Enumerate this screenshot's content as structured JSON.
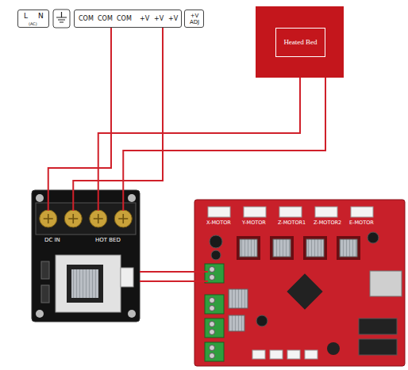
{
  "diagram": {
    "nodes": [
      {
        "text": [
          "L",
          "N",
          "(AC)"
        ]
      },
      {
        "text": [
          "COM",
          "COM",
          "COM",
          "+V",
          "+V",
          "+V"
        ]
      },
      {
        "text": [
          "+V ADJ"
        ]
      },
      {
        "text": [
          "Heated Bed"
        ]
      },
      {
        "text": [
          "DC IN",
          "HOT BED"
        ]
      },
      {
        "text": [
          "X-MOTOR",
          "Y-MOTOR",
          "Z-MOTOR1",
          "Z-MOTOR2",
          "E-MOTOR"
        ]
      }
    ],
    "edges": [
      {
        "from": 1,
        "to": 4,
        "arrow": "none"
      },
      {
        "from": 1,
        "to": 4,
        "arrow": "none"
      },
      {
        "from": 4,
        "to": 3,
        "arrow": "none"
      },
      {
        "from": 4,
        "to": 3,
        "arrow": "none"
      },
      {
        "from": 4,
        "to": 5,
        "arrow": "none"
      },
      {
        "from": 4,
        "to": 5,
        "arrow": "none"
      }
    ]
  }
}
